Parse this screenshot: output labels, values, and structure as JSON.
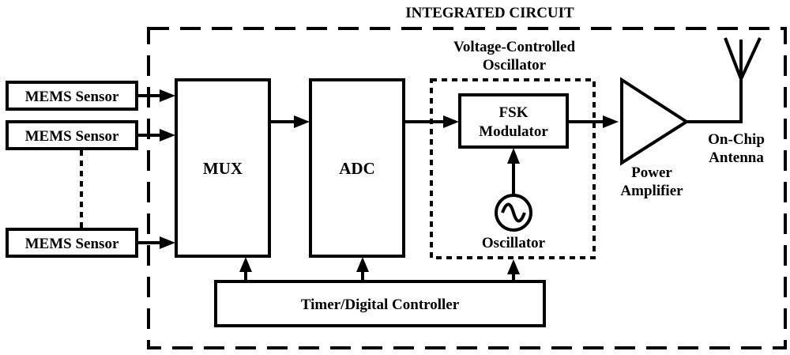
{
  "integrated_circuit": {
    "title": "INTEGRATED CIRCUIT"
  },
  "sensors": [
    {
      "label": "MEMS Sensor"
    },
    {
      "label": "MEMS Sensor"
    },
    {
      "label": "MEMS Sensor"
    }
  ],
  "mux": {
    "label": "MUX"
  },
  "adc": {
    "label": "ADC"
  },
  "vco": {
    "title_line1": "Voltage-Controlled",
    "title_line2": "Oscillator"
  },
  "fsk": {
    "line1": "FSK",
    "line2": "Modulator"
  },
  "oscillator": {
    "label": "Oscillator"
  },
  "power_amplifier": {
    "line1": "Power",
    "line2": "Amplifier"
  },
  "antenna": {
    "line1": "On-Chip",
    "line2": "Antenna"
  },
  "controller": {
    "label": "Timer/Digital Controller"
  },
  "colors": {
    "stroke": "#000000",
    "background": "#ffffff"
  }
}
